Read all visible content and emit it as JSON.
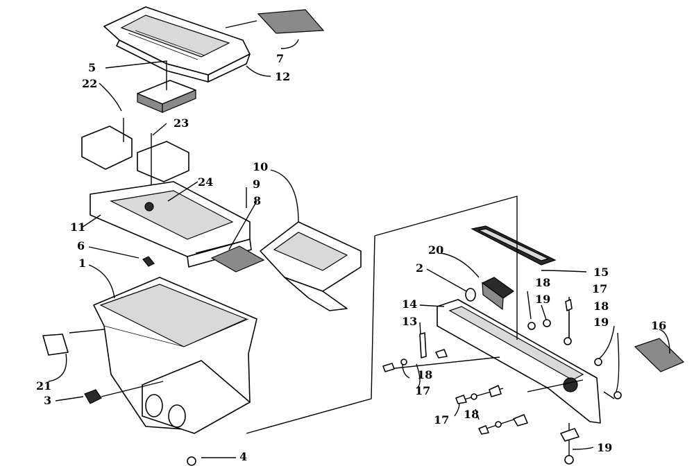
{
  "diagram": {
    "callouts": {
      "c1": "1",
      "c2": "2",
      "c3": "3",
      "c4": "4",
      "c5": "5",
      "c6": "6",
      "c7": "7",
      "c8": "8",
      "c9": "9",
      "c10": "10",
      "c11": "11",
      "c12": "12",
      "c13": "13",
      "c14": "14",
      "c15": "15",
      "c16": "16",
      "c17a": "17",
      "c17b": "17",
      "c17c": "17",
      "c18a": "18",
      "c18b": "18",
      "c18c": "18",
      "c18d": "18",
      "c19a": "19",
      "c19b": "19",
      "c19c": "19",
      "c20": "20",
      "c21": "21",
      "c22": "22",
      "c23": "23",
      "c24": "24"
    }
  }
}
